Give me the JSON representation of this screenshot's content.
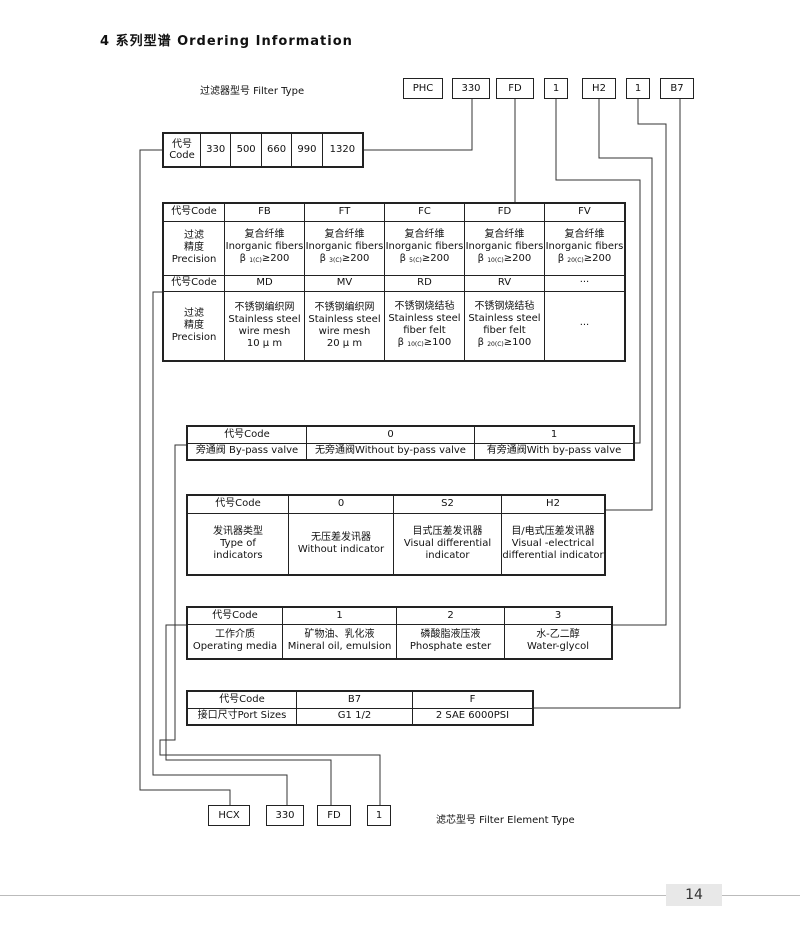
{
  "title": "4 系列型谱 Ordering Information",
  "filter_type_label": "过滤器型号  Filter Type",
  "element_type_label": "滤芯型号 Filter Element Type",
  "page_number": "14",
  "filter_code_boxes": [
    "PHC",
    "330",
    "FD",
    "1",
    "H2",
    "1",
    "B7"
  ],
  "element_code_boxes": [
    "HCX",
    "330",
    "FD",
    "1"
  ],
  "size_table": {
    "header_cn": "代号",
    "header_en": "Code",
    "values": [
      "330",
      "500",
      "660",
      "990",
      "1320"
    ]
  },
  "precision_table": {
    "code_label": "代号Code",
    "row1_codes": [
      "FB",
      "FT",
      "FC",
      "FD",
      "FV"
    ],
    "precision_label": [
      "过滤",
      "精度",
      "Precision"
    ],
    "row1_material_cn": "复合纤维",
    "row1_material_en": "Inorganic fibers",
    "row1_beta": [
      {
        "b": "β",
        "sub": "1(C)",
        "v": "≥200"
      },
      {
        "b": "β",
        "sub": "3(C)",
        "v": "≥200"
      },
      {
        "b": "β",
        "sub": "5(C)",
        "v": "≥200"
      },
      {
        "b": "β",
        "sub": "10(C)",
        "v": "≥200"
      },
      {
        "b": "β",
        "sub": "20(C)",
        "v": "≥200"
      }
    ],
    "row2_codes": [
      "MD",
      "MV",
      "RD",
      "RV",
      "···"
    ],
    "row2_cells": [
      [
        "不锈钢编织网",
        "Stainless steel",
        "wire mesh",
        "10 μ m"
      ],
      [
        "不锈钢编织网",
        "Stainless steel",
        "wire mesh",
        "20 μ m"
      ],
      [
        "不锈钢烧结毡",
        "Stainless steel",
        "fiber felt"
      ],
      [
        "不锈钢烧结毡",
        "Stainless steel",
        "fiber felt"
      ]
    ],
    "row2_beta": [
      {
        "b": "β",
        "sub": "10(C)",
        "v": "≥100"
      },
      {
        "b": "β",
        "sub": "20(C)",
        "v": "≥100"
      }
    ],
    "row2_more": "···"
  },
  "bypass_table": {
    "code_label": "代号Code",
    "codes": [
      "0",
      "1"
    ],
    "row_label": "旁通阀 By-pass valve",
    "values": [
      "无旁通阀Without by-pass valve",
      "有旁通阀With by-pass valve"
    ]
  },
  "indicator_table": {
    "code_label": "代号Code",
    "codes": [
      "0",
      "S2",
      "H2"
    ],
    "row_label": [
      "发讯器类型",
      "Type of",
      "indicators"
    ],
    "values": [
      [
        "无压差发讯器",
        "Without indicator"
      ],
      [
        "目式压差发讯器",
        "Visual differential",
        "indicator"
      ],
      [
        "目/电式压差发讯器",
        "Visual -electrical",
        "differential indicator"
      ]
    ]
  },
  "media_table": {
    "code_label": "代号Code",
    "codes": [
      "1",
      "2",
      "3"
    ],
    "row_label": [
      "工作介质",
      "Operating media"
    ],
    "values": [
      [
        "矿物油、乳化液",
        "Mineral oil, emulsion"
      ],
      [
        "磷酸脂液压液",
        "Phosphate ester"
      ],
      [
        "水-乙二醇",
        "Water-glycol"
      ]
    ]
  },
  "port_table": {
    "code_label": "代号Code",
    "codes": [
      "B7",
      "F"
    ],
    "row_label": "接口尺寸Port Sizes",
    "values": [
      "G1 1/2",
      "2 SAE 6000PSI"
    ]
  }
}
